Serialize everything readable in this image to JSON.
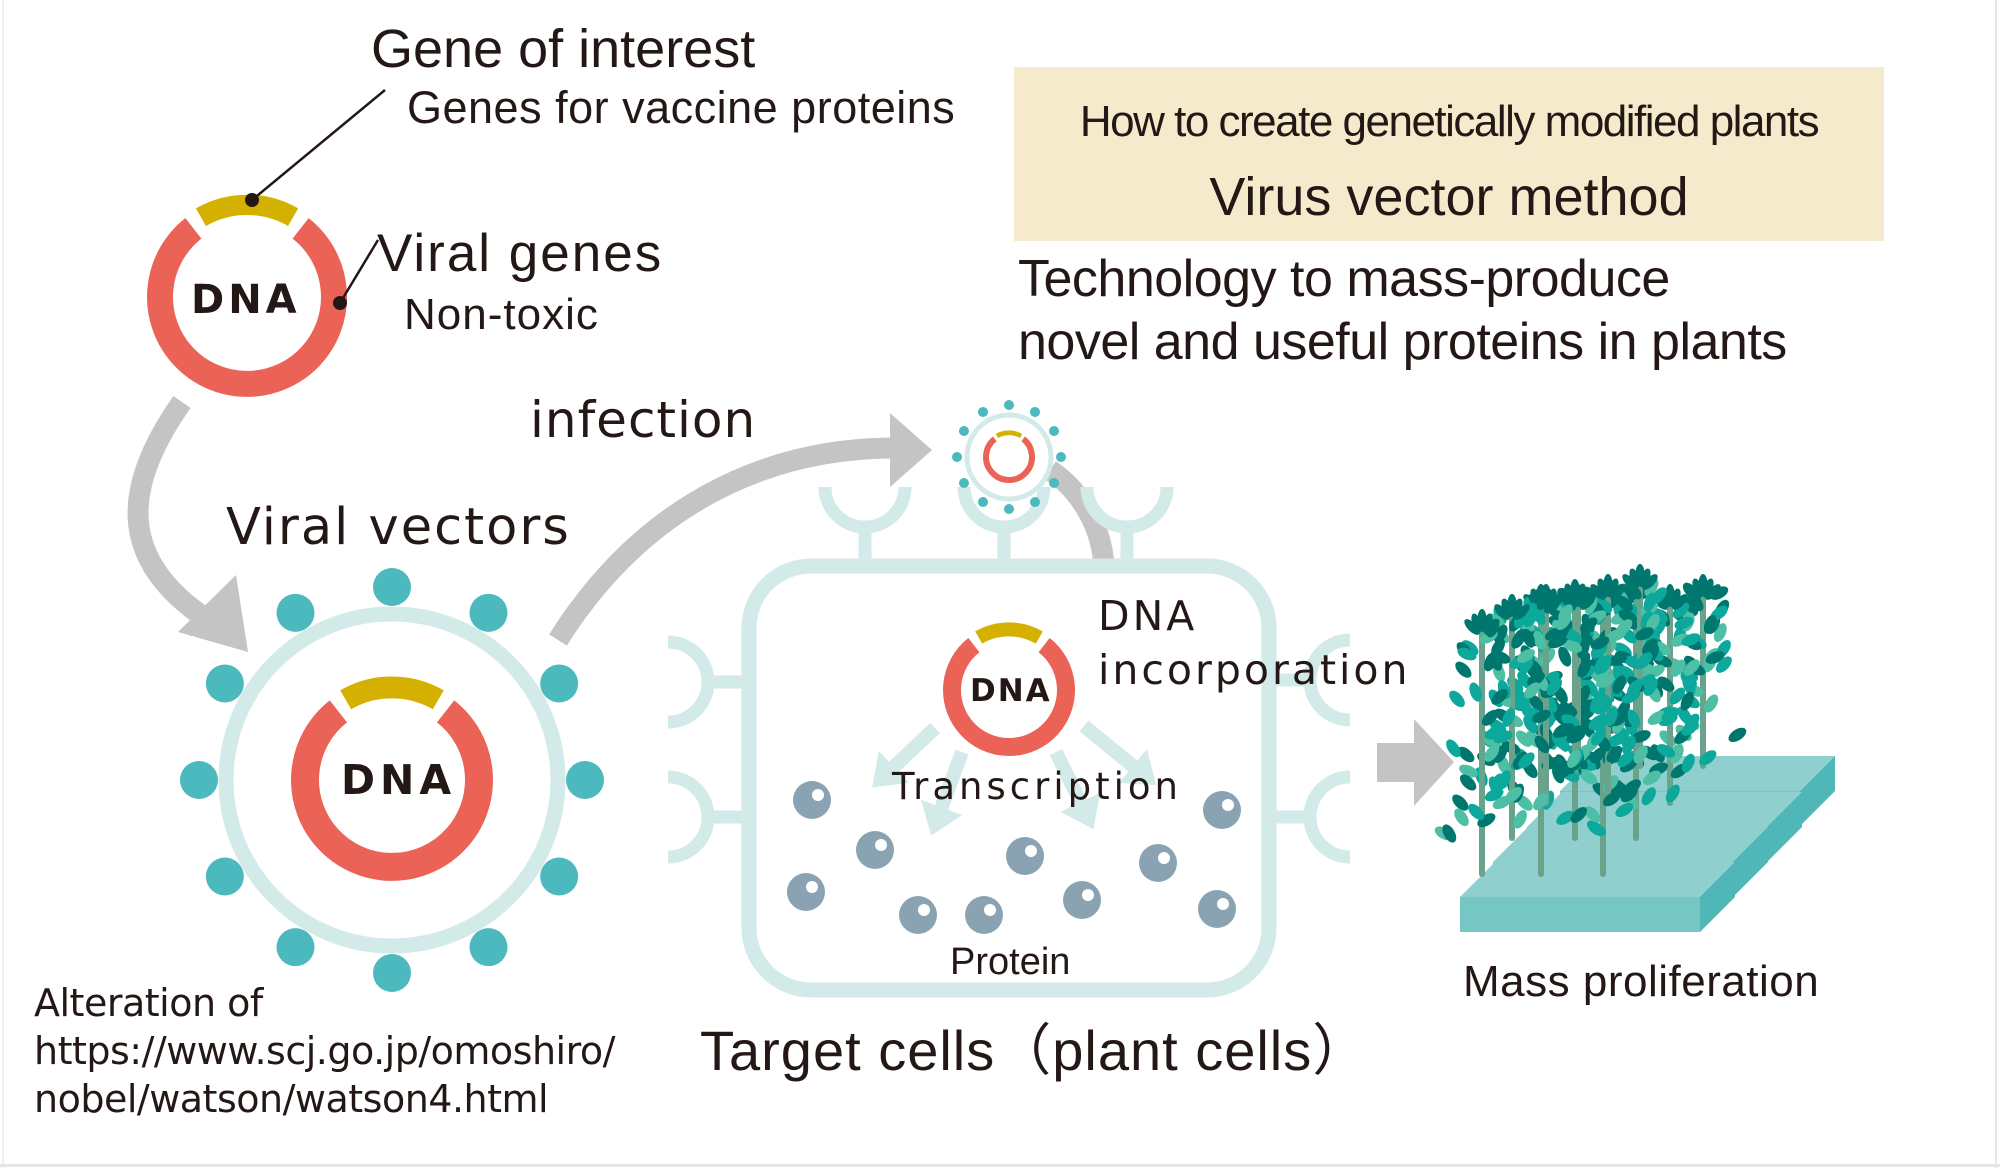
{
  "title_box": {
    "subtitle": "How to create genetically modified plants",
    "title": "Virus vector method"
  },
  "description": {
    "line1": "Technology to mass-produce",
    "line2": "novel and useful proteins in plants"
  },
  "gene_callout": {
    "heading": "Gene of interest",
    "detail": "Genes for vaccine proteins"
  },
  "viral_genes_callout": {
    "heading": "Viral  genes",
    "detail": "Non-toxic"
  },
  "dna_label": "DNA",
  "labels": {
    "infection": "infection",
    "viral_vectors": "Viral  vectors",
    "dna_incorporation_1": "DNA",
    "dna_incorporation_2": "incorporation",
    "transcription": "Transcription",
    "protein": "Protein",
    "target_cells": "Target cells（plant cells）",
    "mass_proliferation": "Mass proliferation"
  },
  "source": {
    "line1": "Alteration of",
    "line2": "https://www.scj.go.jp/omoshiro/",
    "line3": "nobel/watson/watson4.html"
  },
  "colors": {
    "dna_ring": "#eb6357",
    "gene_segment": "#d4b100",
    "capsid_dot": "#4bb9bd",
    "membrane": "#d2eae8",
    "arrow_gray": "#c4c4c4",
    "protein": "#8aa3b2",
    "slab_top": "#8fcfcd",
    "slab_front": "#76c6c4",
    "slab_side": "#4fb7b7",
    "stem": "#6aa38c",
    "leaf_dark": "#00776e",
    "leaf_mid": "#0da89c",
    "leaf_light": "#4cbfa5",
    "title_bg": "#f5ebcc",
    "text": "#231815"
  }
}
